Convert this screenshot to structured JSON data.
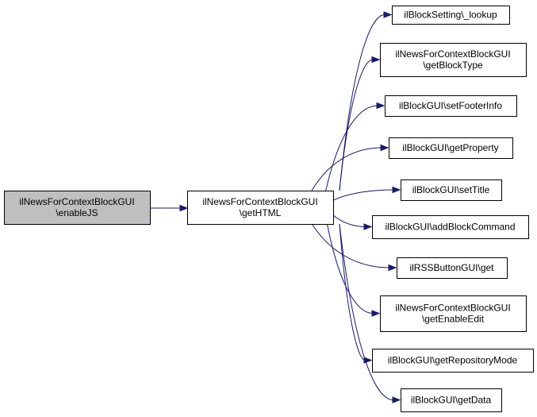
{
  "graph": {
    "source": {
      "lines": [
        "ilNewsForContextBlockGUI",
        "\\enableJS"
      ]
    },
    "center": {
      "lines": [
        "ilNewsForContextBlockGUI",
        "\\getHTML"
      ]
    },
    "targets": [
      {
        "id": "lookup",
        "lines": [
          "ilBlockSetting\\_lookup"
        ]
      },
      {
        "id": "getBlockType",
        "lines": [
          "ilNewsForContextBlockGUI",
          "\\getBlockType"
        ]
      },
      {
        "id": "setFooterInfo",
        "lines": [
          "ilBlockGUI\\setFooterInfo"
        ]
      },
      {
        "id": "getProperty",
        "lines": [
          "ilBlockGUI\\getProperty"
        ]
      },
      {
        "id": "setTitle",
        "lines": [
          "ilBlockGUI\\setTitle"
        ]
      },
      {
        "id": "addBlockCommand",
        "lines": [
          "ilBlockGUI\\addBlockCommand"
        ]
      },
      {
        "id": "rssGet",
        "lines": [
          "ilRSSButtonGUI\\get"
        ]
      },
      {
        "id": "getEnableEdit",
        "lines": [
          "ilNewsForContextBlockGUI",
          "\\getEnableEdit"
        ]
      },
      {
        "id": "getRepositoryMode",
        "lines": [
          "ilBlockGUI\\getRepositoryMode"
        ]
      },
      {
        "id": "getData",
        "lines": [
          "ilBlockGUI\\getData"
        ]
      }
    ]
  },
  "colors": {
    "edge": "#191970",
    "source_fill": "#bfbfbf",
    "node_fill": "#ffffff",
    "node_border": "#000000"
  }
}
